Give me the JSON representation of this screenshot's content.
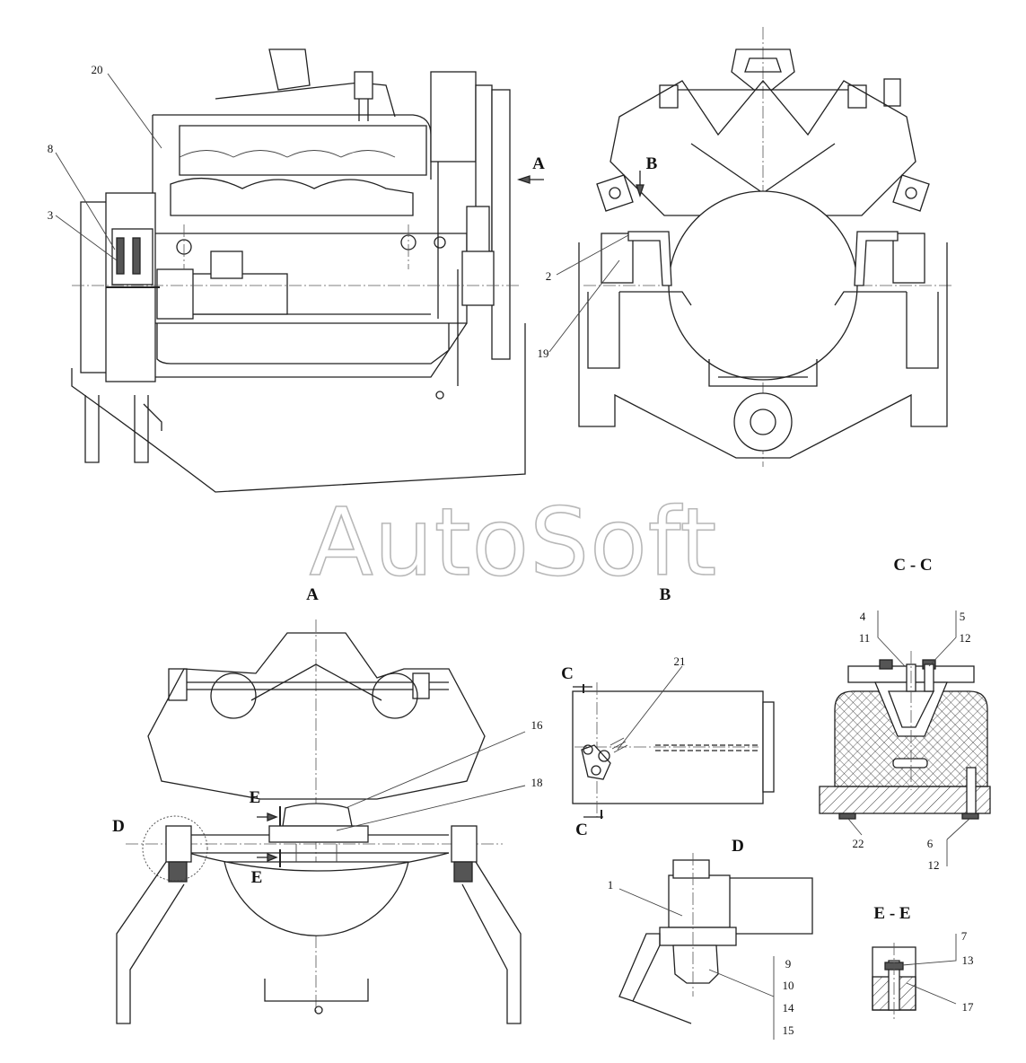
{
  "watermark": "AutoSoft",
  "views": {
    "a": "A",
    "b": "B",
    "cc": "C - C",
    "d": "D",
    "ee": "E - E"
  },
  "markers": {
    "a_arrow": "A",
    "b_arrow": "B",
    "c_top": "C",
    "c_bottom": "C",
    "d_circle": "D",
    "e_top": "E",
    "e_bottom": "E"
  },
  "callouts": {
    "p20": "20",
    "p8": "8",
    "p3": "3",
    "p2": "2",
    "p19": "19",
    "p16": "16",
    "p18": "18",
    "p21": "21",
    "p1": "1",
    "p9": "9",
    "p10": "10",
    "p14": "14",
    "p15": "15",
    "p4": "4",
    "p11": "11",
    "p5": "5",
    "p12a": "12",
    "p22": "22",
    "p6": "6",
    "p12b": "12",
    "p7": "7",
    "p13": "13",
    "p17": "17"
  }
}
